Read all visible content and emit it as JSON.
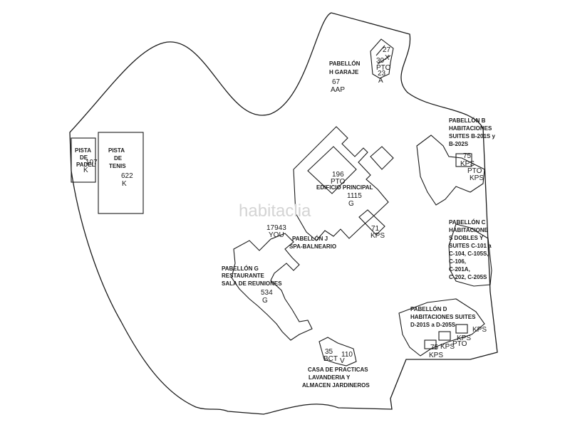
{
  "watermark": "habitaclia",
  "areas": {
    "pabellon_h": {
      "title": "PABELLÓN",
      "subtitle": "H GARAJE",
      "code": "67",
      "type": "AAP"
    },
    "pto_a": {
      "n1": "27",
      "n2": "X",
      "n3": "30",
      "n4": "PTO",
      "n5": "23",
      "n6": "A"
    },
    "pista_padel": {
      "l1": "PISTA",
      "l2": "DE",
      "l3": "PADEL",
      "code": "107",
      "type": "K"
    },
    "pista_tenis": {
      "l1": "PISTA",
      "l2": "DE",
      "l3": "TENIS",
      "code": "622",
      "type": "K"
    },
    "principal": {
      "code": "196",
      "pto": "PTO",
      "name": "EDIFICIO PRINCIPAL",
      "code2": "1115",
      "type": "G"
    },
    "kps_center": {
      "code": "71",
      "type": "KPS"
    },
    "pabellon_j": {
      "code": "17943",
      "type": "YOU",
      "title": "PABELLÓN J",
      "subtitle": "SPA-BALNEARIO"
    },
    "pabellon_g": {
      "l1": "PABELLÓN G",
      "l2": "RESTAURANTE",
      "l3": "SALA DE REUNIONES",
      "code": "534",
      "type": "G"
    },
    "casa_practicas": {
      "code1": "35",
      "code2": "110",
      "bct": "BCT",
      "v": "V",
      "l1": "CASA DE PRACTICAS",
      "l2": "LAVANDERIA Y",
      "l3": "ALMACEN JARDINEROS"
    },
    "pabellon_b": {
      "l1": "PABELLÓN B",
      "l2": "HABITACIONES",
      "l3": "SUITES B-201S y",
      "l4": "B-202S",
      "code": "75",
      "kps1": "KPS",
      "pto": "PTO",
      "kps2": "KPS"
    },
    "pabellon_c": {
      "l1": "PABELLÓN C",
      "l2": "HABITACIONE",
      "l3": "S DOBLES Y",
      "l4": "SUITES C-101 a",
      "l5": "C-104, C-105S,",
      "l6": "C-106,",
      "l7": "C-201A,",
      "l8": "C-202, C-205S"
    },
    "pabellon_d": {
      "l1": "PABELLÓN D",
      "l2": "HABITACIONES SUITES",
      "l3": "D-201S a D-205S",
      "kps1": "KPS",
      "kps2": "KPS",
      "pto": "PTO",
      "kps3": "KPS",
      "kps4": "KPS",
      "code": "75"
    }
  }
}
